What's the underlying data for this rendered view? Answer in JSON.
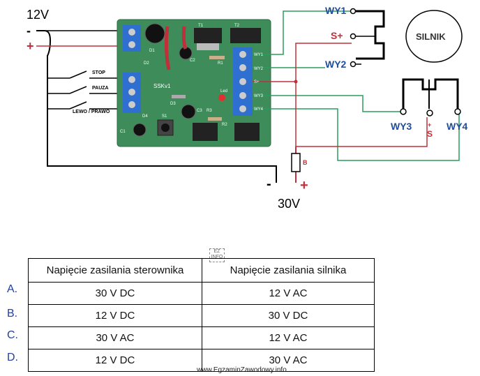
{
  "diagram": {
    "supply_12v": "12V",
    "supply_30v": "30V",
    "minus": "-",
    "plus": "+",
    "switches": [
      "STOP",
      "PAUZA",
      "LEWO / PRAWO"
    ],
    "board_name": "SSKv1",
    "board_labels": [
      "C1",
      "D1",
      "C2",
      "R1",
      "T1",
      "T2",
      "D2",
      "D3",
      "R3",
      "C3",
      "S1",
      "D4",
      "R2",
      "Led"
    ],
    "connector_labels": [
      "WY1",
      "WY2",
      "S+",
      "WY3",
      "WY4"
    ],
    "outputs": {
      "wy1": "WY1",
      "s_plus": "S+",
      "wy2": "WY2",
      "wy3": "WY3",
      "s_small": "S",
      "wy4": "WY4"
    },
    "motor": "SILNIK",
    "fuse": "B",
    "colors": {
      "green": "#2a9d5c",
      "red": "#c0303a",
      "black": "#000000",
      "pcb": "#3d8c5a"
    }
  },
  "question": {
    "headers": [
      "Napięcie zasilania sterownika",
      "Napięcie zasilania silnika"
    ],
    "options": [
      {
        "letter": "A.",
        "controller": "30 V DC",
        "motor": "12 V AC"
      },
      {
        "letter": "B.",
        "controller": "12 V DC",
        "motor": "30 V DC"
      },
      {
        "letter": "C.",
        "controller": "30 V AC",
        "motor": "12 V AC"
      },
      {
        "letter": "D.",
        "controller": "12 V DC",
        "motor": "30 V AC"
      }
    ]
  },
  "stamp": "EZ INFO",
  "credit": "www.EgzaminZawodowy.info"
}
